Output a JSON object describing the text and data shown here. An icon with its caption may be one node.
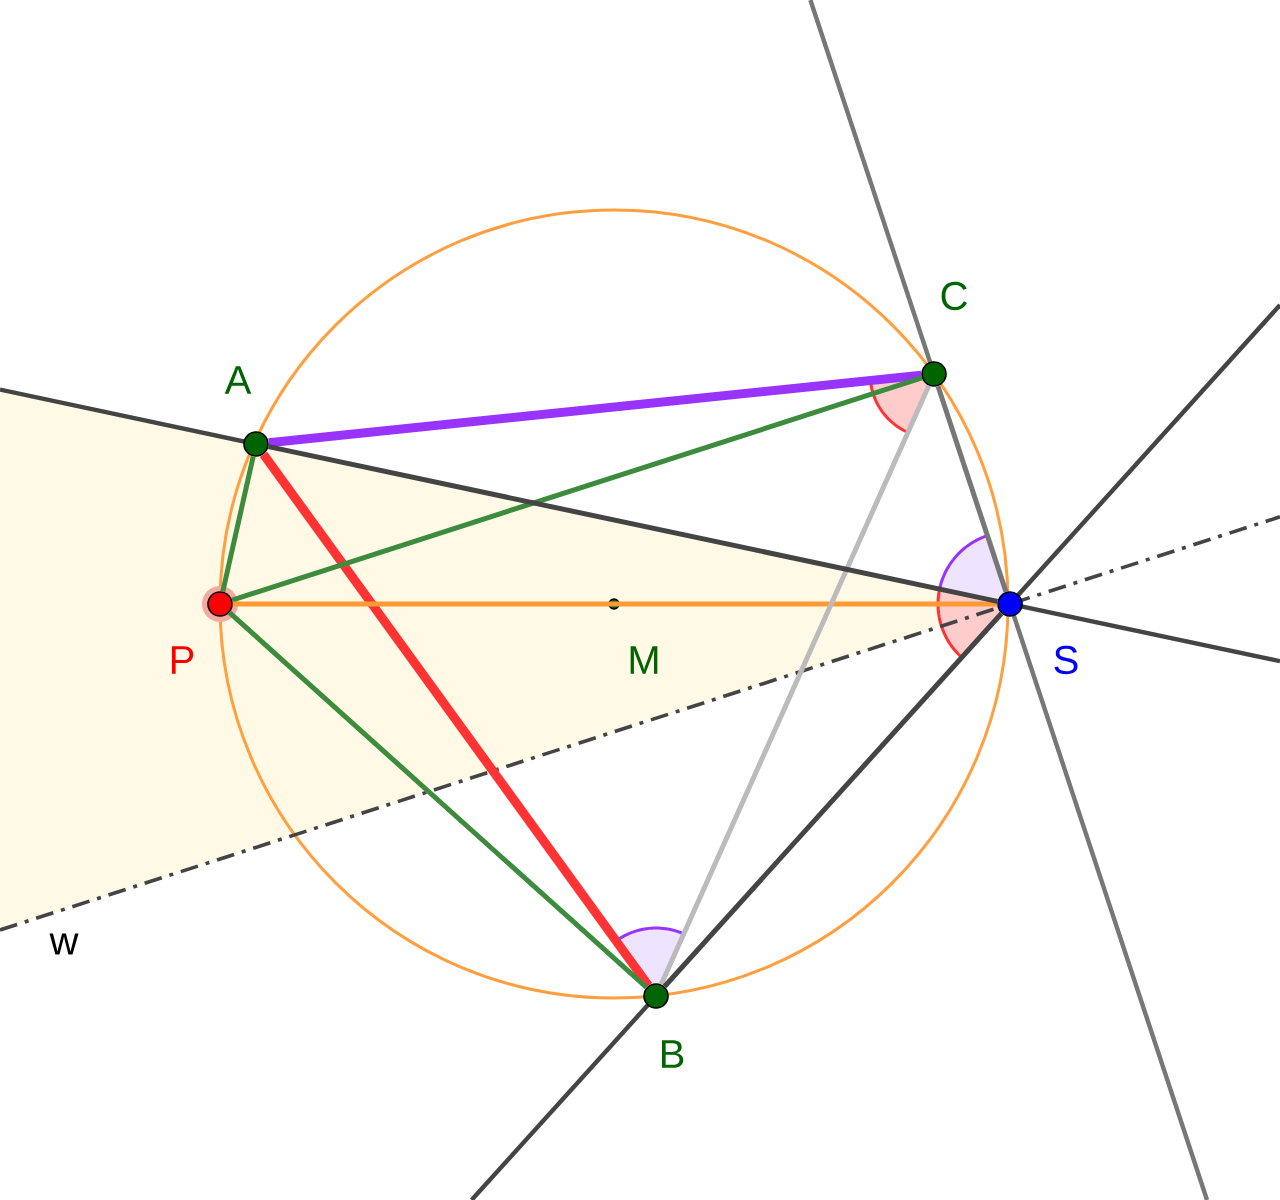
{
  "diagram": {
    "nodes": [
      {
        "text": [],
        "shape": "circle",
        "beside": [
          "A"
        ]
      },
      {
        "text": [],
        "shape": "circle",
        "beside": [
          "C"
        ]
      },
      {
        "text": [],
        "shape": "circle",
        "beside": [
          "P"
        ]
      },
      {
        "text": [],
        "shape": "circle",
        "beside": [
          "M"
        ]
      },
      {
        "text": [],
        "shape": "circle",
        "beside": [
          "S"
        ]
      },
      {
        "text": [],
        "shape": "circle",
        "beside": [
          "B"
        ]
      }
    ],
    "edges": [
      {
        "from": 0,
        "to": 1,
        "arrow": "none",
        "style": "thick",
        "color": "#9933ff"
      },
      {
        "from": 0,
        "to": 5,
        "arrow": "none",
        "style": "thick",
        "color": "#ff3333"
      },
      {
        "from": 2,
        "to": 0,
        "arrow": "none",
        "color": "#3d8b3d"
      },
      {
        "from": 2,
        "to": 1,
        "arrow": "none",
        "color": "#3d8b3d"
      },
      {
        "from": 2,
        "to": 5,
        "arrow": "none",
        "color": "#3d8b3d"
      },
      {
        "from": 2,
        "to": 4,
        "arrow": "none",
        "color": "#ff9933"
      },
      {
        "from": 1,
        "to": 5,
        "arrow": "none",
        "color": "#bbbbbb"
      },
      {
        "from": 0,
        "to": 4,
        "arrow": "none"
      },
      {
        "from": 1,
        "to": 4,
        "arrow": "none",
        "color": "#777777"
      },
      {
        "from": 5,
        "to": 4,
        "arrow": "none"
      }
    ],
    "labels": [
      "w"
    ]
  }
}
